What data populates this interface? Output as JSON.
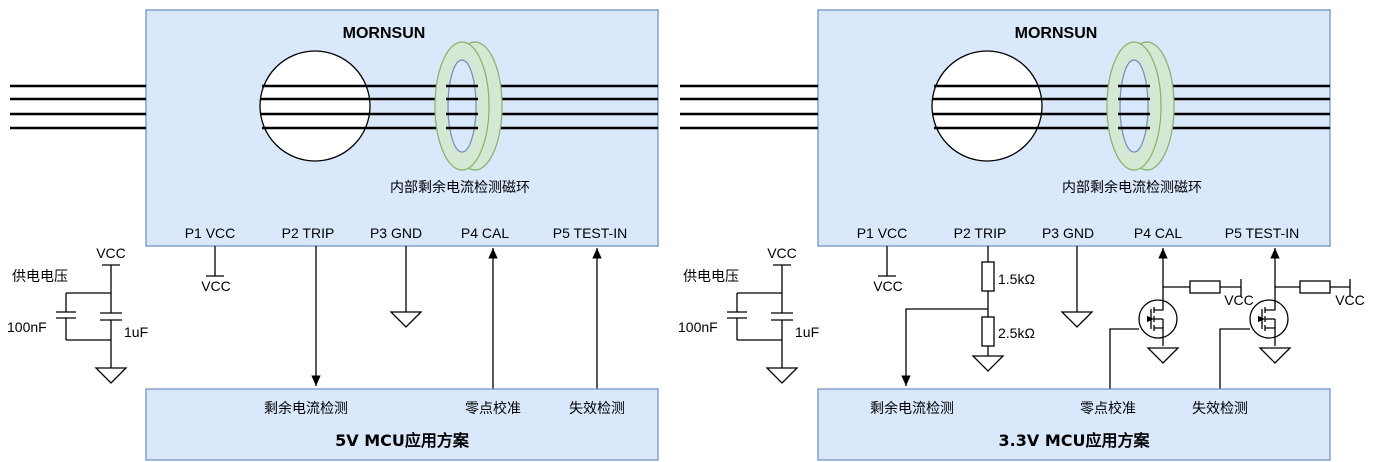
{
  "left": {
    "brand": "MORNSUN",
    "coil_label": "内部剩余电流检测磁环",
    "pins": [
      "P1 VCC",
      "P2 TRIP",
      "P3 GND",
      "P4 CAL",
      "P5 TEST-IN"
    ],
    "supply_label": "供电电压",
    "vcc_top": "VCC",
    "vcc_pin": "VCC",
    "cap1": "100nF",
    "cap2": "1uF",
    "mcu_functions": [
      "剩余电流检测",
      "零点校准",
      "失效检测"
    ],
    "mcu_title": "5V MCU应用方案"
  },
  "right": {
    "brand": "MORNSUN",
    "coil_label": "内部剩余电流检测磁环",
    "pins": [
      "P1 VCC",
      "P2 TRIP",
      "P3 GND",
      "P4 CAL",
      "P5 TEST-IN"
    ],
    "supply_label": "供电电压",
    "vcc_top": "VCC",
    "vcc_pin": "VCC",
    "cap1": "100nF",
    "cap2": "1uF",
    "r1": "1.5kΩ",
    "r2": "2.5kΩ",
    "vcc_cal": "VCC",
    "vcc_test": "VCC",
    "mcu_functions": [
      "剩余电流检测",
      "零点校准",
      "失效检测"
    ],
    "mcu_title": "3.3V MCU应用方案"
  },
  "colors": {
    "box_fill": "#dae8fc",
    "box_stroke": "#6c8ebf",
    "ring_fill": "#d5e8d4",
    "ring_stroke": "#82b366"
  }
}
